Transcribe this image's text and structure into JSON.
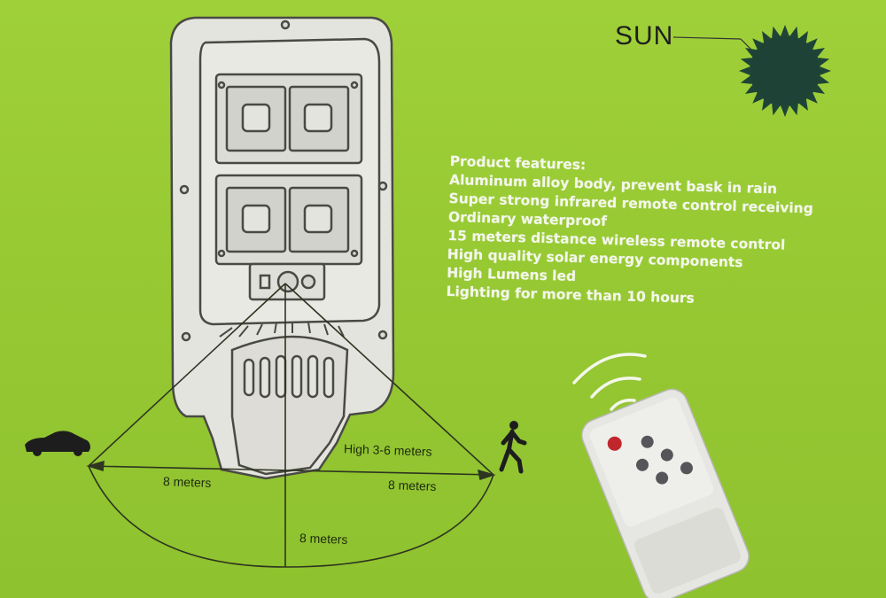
{
  "sun_label": "SUN",
  "features": {
    "title": "Product features:",
    "items": [
      "Aluminum alloy body, prevent bask in rain",
      "Super strong infrared remote control receiving",
      "Ordinary waterproof",
      "15 meters distance wireless remote control",
      "High quality solar energy components",
      "High Lumens led",
      "Lighting for more than 10 hours"
    ]
  },
  "dimensions": {
    "height": "High 3-6 meters",
    "left_range": "8 meters",
    "right_range": "8 meters",
    "depth": "8 meters"
  },
  "colors": {
    "background": "#97c933",
    "lamp_body": "#e4e4df",
    "outline": "#4a4a45",
    "sun": "#1f4437",
    "remote_button_power": "#c0272d"
  },
  "icons": [
    "sun-icon",
    "car-icon",
    "walking-person-icon",
    "remote-control-icon",
    "wireless-signal-icon",
    "street-lamp-illustration"
  ]
}
